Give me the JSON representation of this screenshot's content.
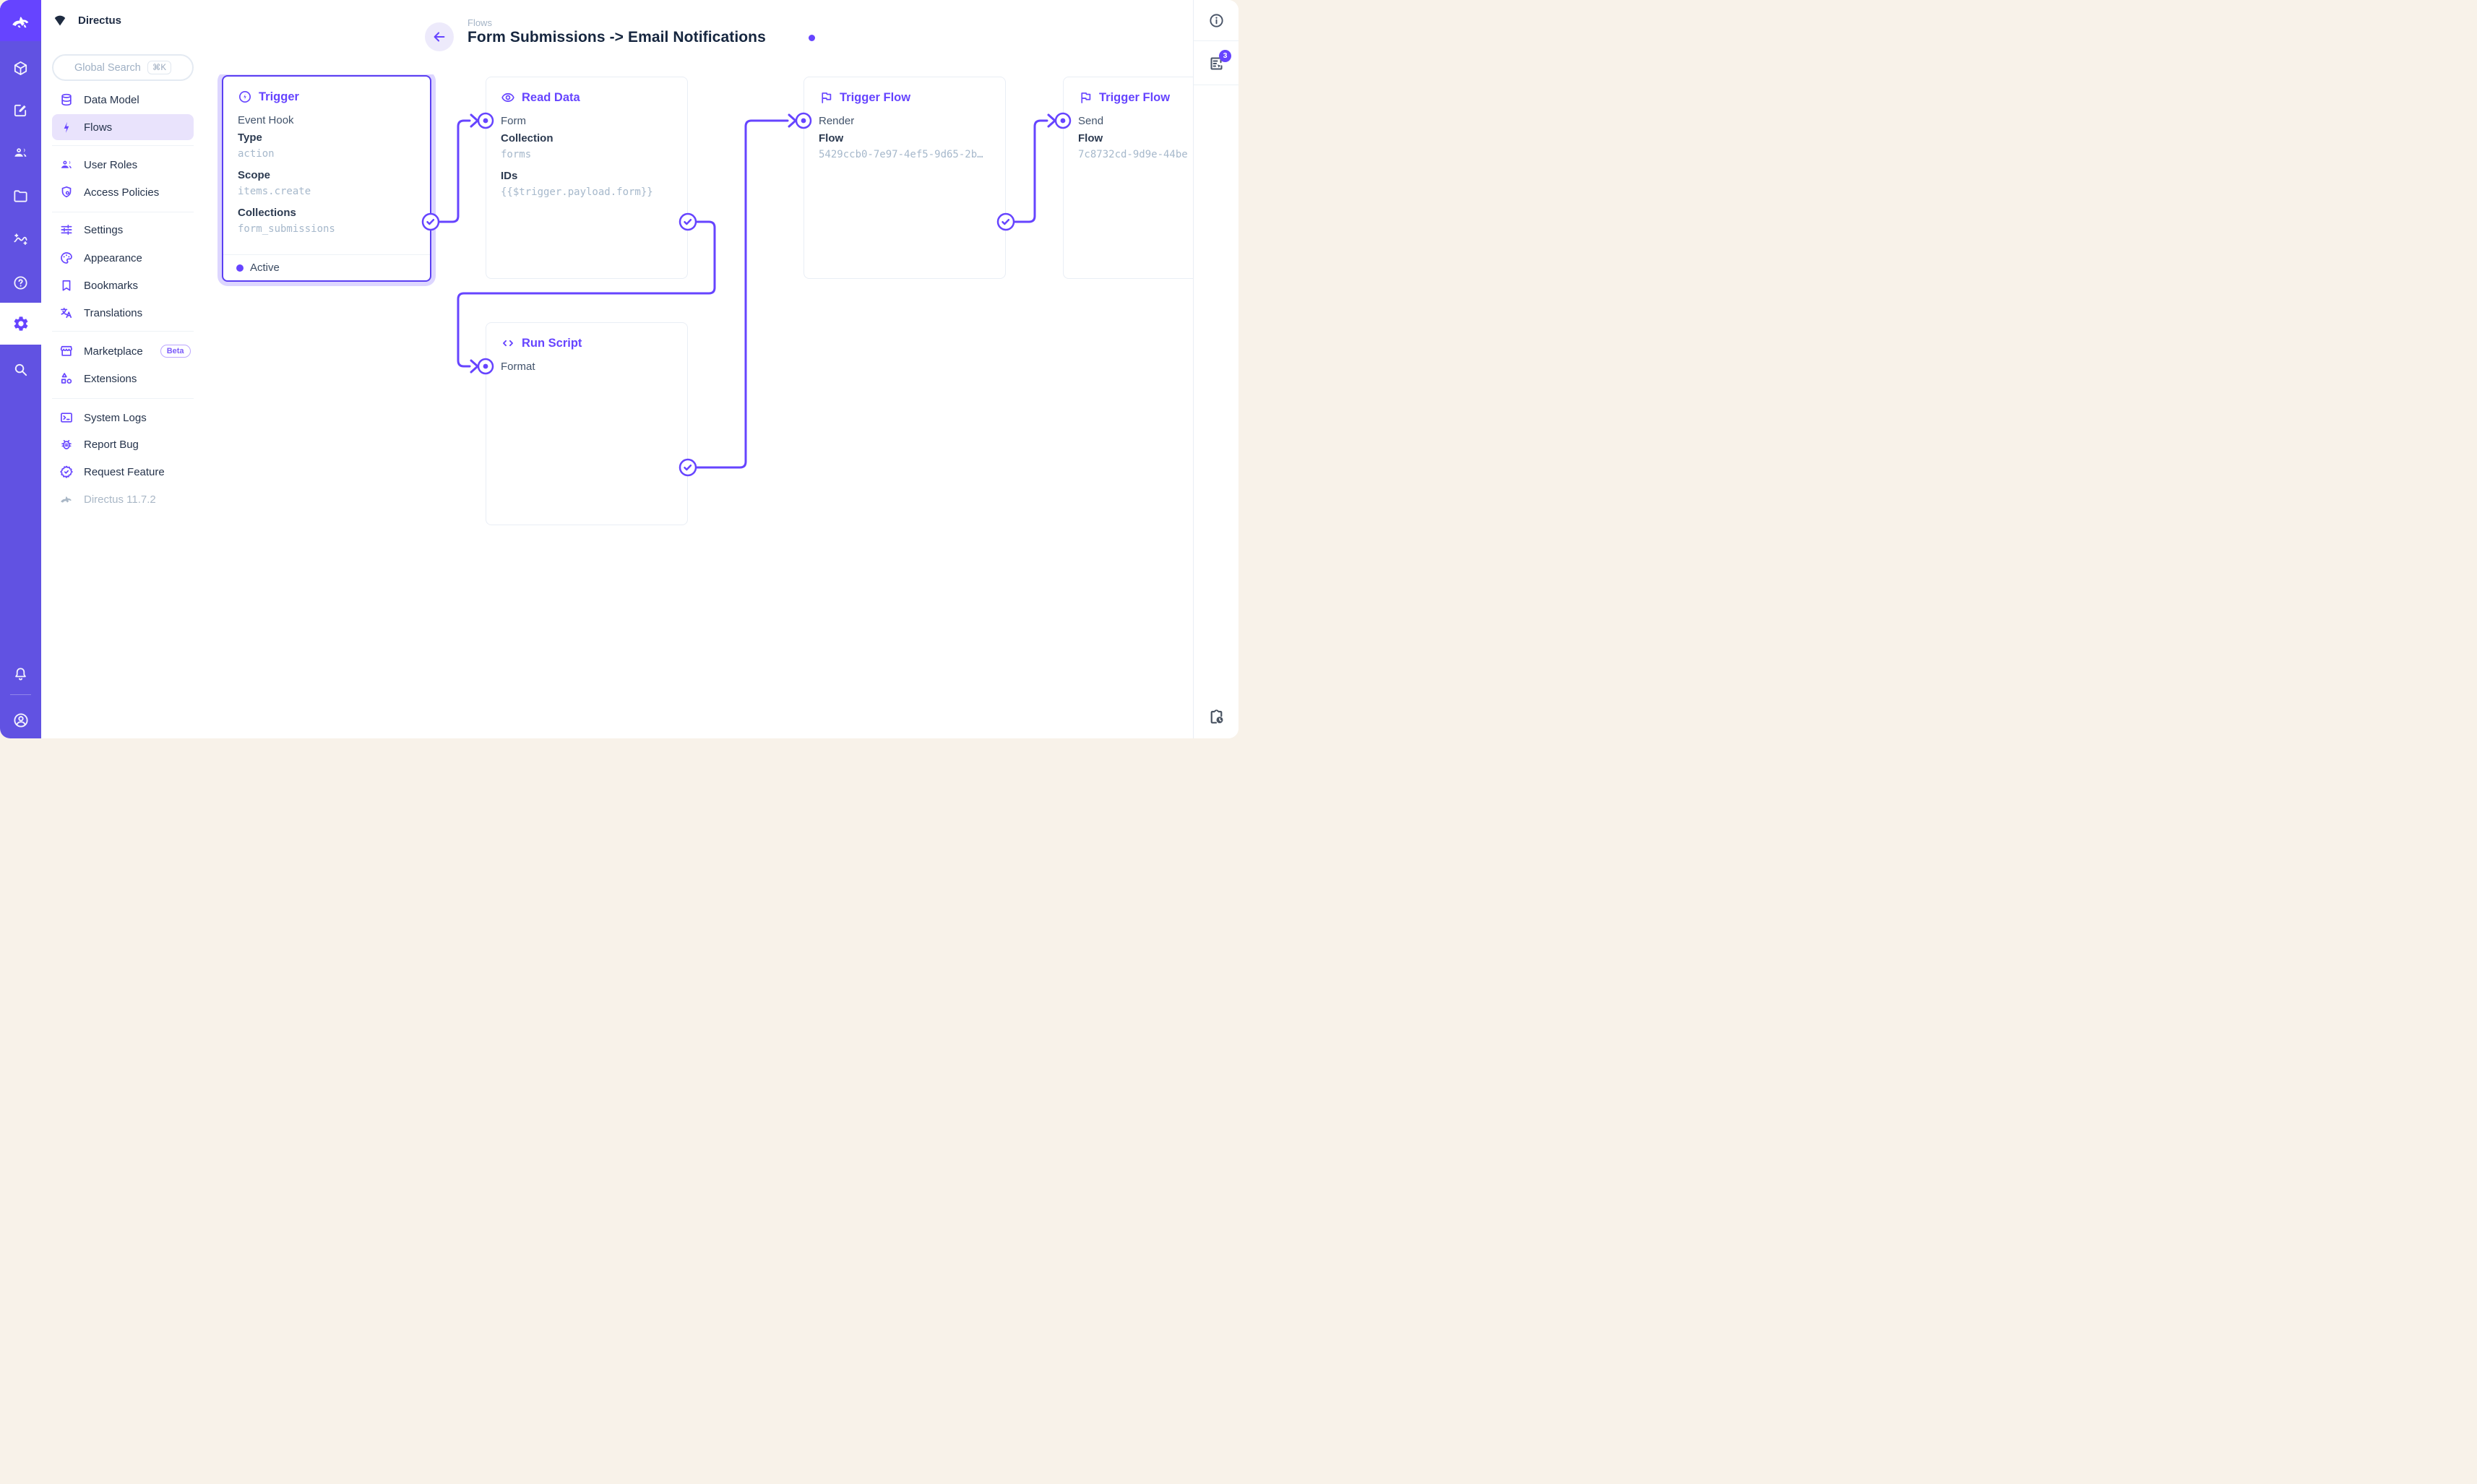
{
  "project": {
    "name": "Directus",
    "version": "Directus 11.7.2"
  },
  "colors": {
    "accent": "#6644FF",
    "module_bar": "#6152E2",
    "logo_tile": "#6644FF",
    "selected_glow": "rgba(102,68,255,0.22)",
    "muted_mono_text": "#A6B8CB",
    "page_background": "#F8F2E9",
    "active_nav_background": "#E9E3FC"
  },
  "module_bar": {
    "items": [
      {
        "icon": "box-icon"
      },
      {
        "icon": "edit-square-icon"
      },
      {
        "icon": "people-icon"
      },
      {
        "icon": "folder-icon"
      },
      {
        "icon": "insights-icon"
      },
      {
        "icon": "help-icon"
      },
      {
        "icon": "settings-icon",
        "active": true
      },
      {
        "icon": "search-icon"
      },
      {
        "icon": "bell-icon"
      },
      {
        "icon": "account-icon"
      }
    ]
  },
  "sidebar": {
    "search": {
      "placeholder": "Global Search",
      "shortcut": "⌘K"
    },
    "items": [
      {
        "label": "Data Model"
      },
      {
        "label": "Flows",
        "active": true
      },
      {
        "label": "User Roles"
      },
      {
        "label": "Access Policies"
      },
      {
        "label": "Settings"
      },
      {
        "label": "Appearance"
      },
      {
        "label": "Bookmarks"
      },
      {
        "label": "Translations"
      },
      {
        "label": "Marketplace",
        "badge": "Beta"
      },
      {
        "label": "Extensions"
      },
      {
        "label": "System Logs"
      },
      {
        "label": "Report Bug"
      },
      {
        "label": "Request Feature"
      }
    ],
    "version": "Directus 11.7.2"
  },
  "header": {
    "breadcrumb": "Flows",
    "title": "Form Submissions -> Email Notifications"
  },
  "right_rail": {
    "notification_count": "3"
  },
  "canvas": {
    "nodes": {
      "trigger": {
        "title": "Trigger",
        "subtitle": "Event Hook",
        "fields": [
          {
            "label": "Type",
            "value": "action"
          },
          {
            "label": "Scope",
            "value": "items.create"
          },
          {
            "label": "Collections",
            "value": "form_submissions"
          }
        ],
        "status": "Active"
      },
      "read_data": {
        "title": "Read Data",
        "key": "Form",
        "fields": [
          {
            "label": "Collection",
            "value": "forms"
          },
          {
            "label": "IDs",
            "value": "{{$trigger.payload.form}}"
          }
        ]
      },
      "run_script": {
        "title": "Run Script",
        "key": "Format"
      },
      "trigger_flow_render": {
        "title": "Trigger Flow",
        "key": "Render",
        "fields": [
          {
            "label": "Flow",
            "value": "5429ccb0-7e97-4ef5-9d65-2b…"
          }
        ]
      },
      "trigger_flow_send": {
        "title": "Trigger Flow",
        "key": "Send",
        "fields": [
          {
            "label": "Flow",
            "value": "7c8732cd-9d9e-44be"
          }
        ]
      }
    }
  }
}
